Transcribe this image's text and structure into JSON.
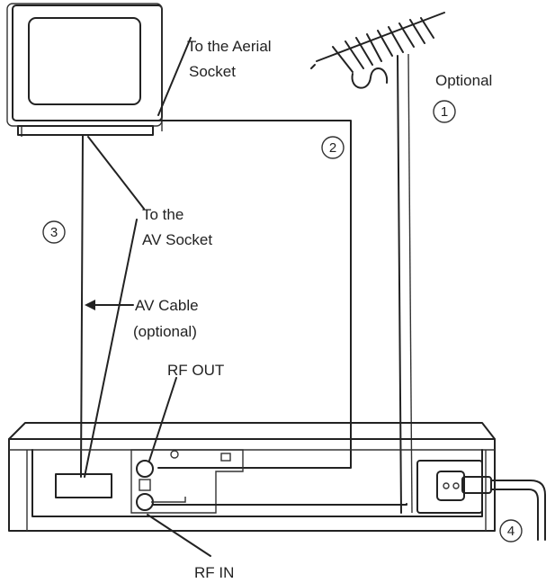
{
  "diagram": {
    "labels": {
      "aerial_socket_line1": "To the Aerial",
      "aerial_socket_line2": "Socket",
      "optional": "Optional",
      "av_socket_line1": "To the",
      "av_socket_line2": "AV Socket",
      "av_cable_line1": "AV Cable",
      "av_cable_line2": "(optional)",
      "rf_out": "RF OUT",
      "rf_in": "RF IN"
    },
    "step_markers": [
      "1",
      "2",
      "3",
      "4"
    ]
  },
  "colors": {
    "ink": "#222222",
    "background": "#ffffff"
  }
}
